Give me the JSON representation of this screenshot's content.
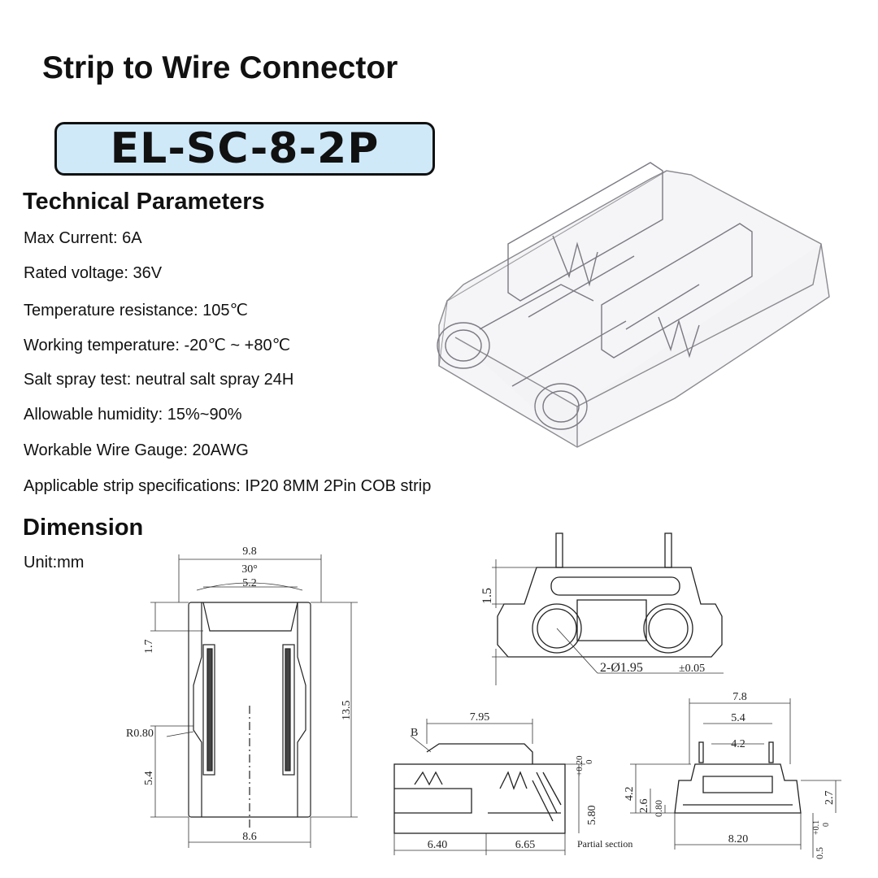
{
  "title": "Strip to Wire Connector",
  "model": "EL-SC-8-2P",
  "technical": {
    "heading": "Technical Parameters",
    "params": [
      "Max Current: 6A",
      "Rated voltage: 36V",
      "Temperature resistance: 105℃",
      "Working temperature: -20℃ ~ +80℃",
      "Salt spray test: neutral salt spray 24H",
      "Allowable humidity: 15%~90%",
      "Workable Wire Gauge: 20AWG",
      "Applicable strip specifications: IP20 8MM 2Pin COB strip"
    ]
  },
  "dimension": {
    "heading": "Dimension",
    "unit": "Unit:mm",
    "top_view": {
      "d_9_8": "9.8",
      "d_30": "30°",
      "d_5_2": "5.2",
      "d_1_7": "1.7",
      "d_13_5": "13.5",
      "r_0_80": "R0.80",
      "d_5_4": "5.4",
      "d_8_6": "8.6"
    },
    "front_view": {
      "d_1_5": "1.5",
      "hole": "2-Ø1.95",
      "hole_tol": "±0.05"
    },
    "section_view": {
      "d_7_95": "7.95",
      "label_b": "B",
      "d_5_80": "5.80",
      "tol_plus": "+0.20",
      "tol_zero": "0",
      "d_6_40": "6.40",
      "d_6_65": "6.65",
      "partial": "Partial section"
    },
    "end_view": {
      "d_7_8": "7.8",
      "d_5_4": "5.4",
      "d_4_2": "4.2",
      "d_4_2_v": "4.2",
      "d_2_6": "2.6",
      "d_0_80": "0.80",
      "d_2_7": "2.7",
      "d_8_20": "8.20",
      "d_0_5": "0.5",
      "tol_plus": "+0.1",
      "tol_zero": "0"
    }
  },
  "colors": {
    "model_bg": "#cfe9f9",
    "line": "#222222"
  }
}
